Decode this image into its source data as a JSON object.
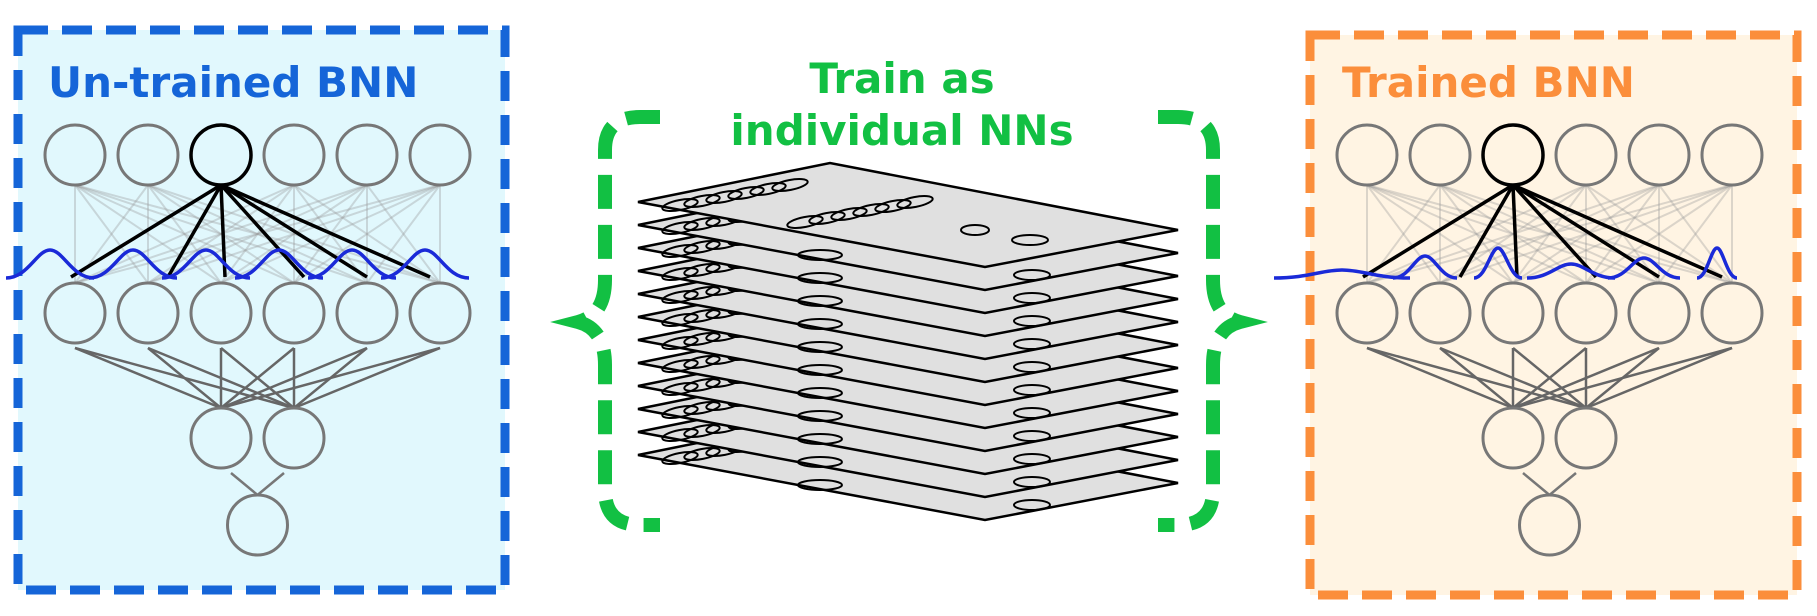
{
  "left_panel": {
    "title": "Un-trained BNN",
    "border_color": "#1565d8",
    "fill_color": "#e1f8fd",
    "title_color": "#1565d8"
  },
  "center": {
    "caption_line1": "Train as",
    "caption_line2": "individual NNs",
    "brace_color": "#12c043",
    "stack_layers": 12
  },
  "right_panel": {
    "title": "Trained BNN",
    "border_color": "#fb8e3b",
    "fill_color": "#fff4e3",
    "title_color": "#fb8e3b"
  },
  "network": {
    "layer_sizes": [
      6,
      6,
      2,
      1
    ],
    "highlighted_top_node": 3,
    "distribution_color": "#1a2ad8"
  }
}
